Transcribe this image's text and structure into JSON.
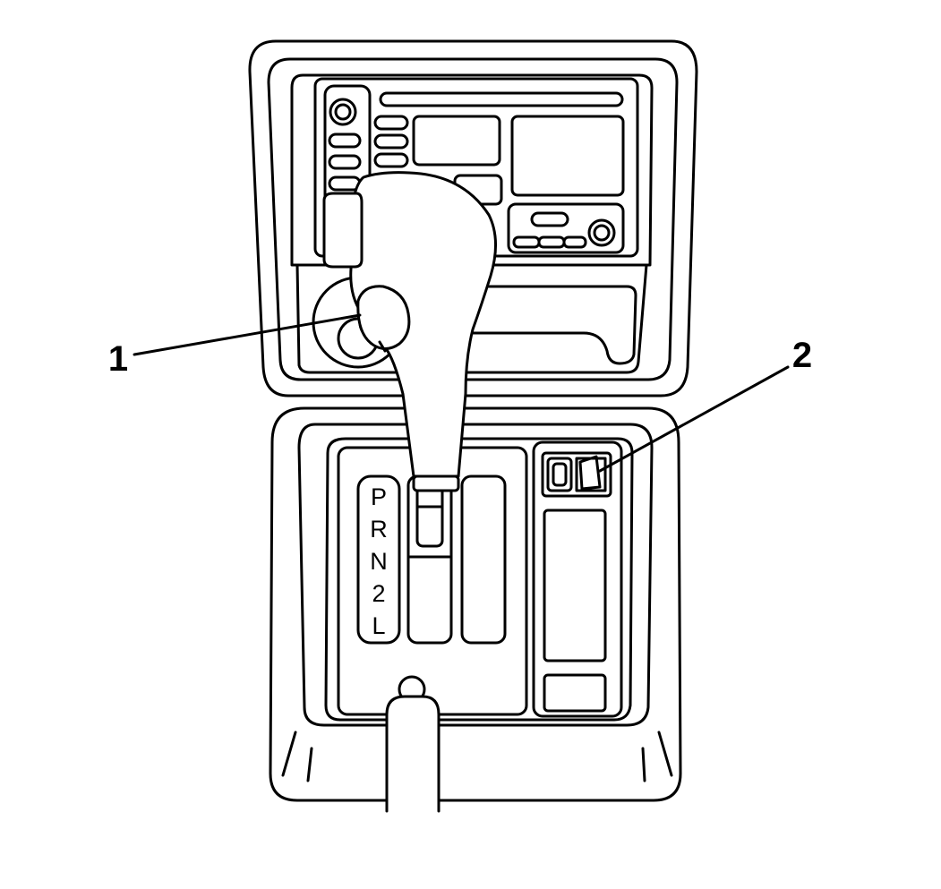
{
  "figure": {
    "subject": "shift-console",
    "line_color": "#000000",
    "background": "#ffffff",
    "callouts": [
      {
        "id": "1",
        "label": "1"
      },
      {
        "id": "2",
        "label": "2"
      }
    ],
    "shift_gate_positions": [
      "P",
      "R",
      "N",
      "2",
      "L"
    ]
  }
}
